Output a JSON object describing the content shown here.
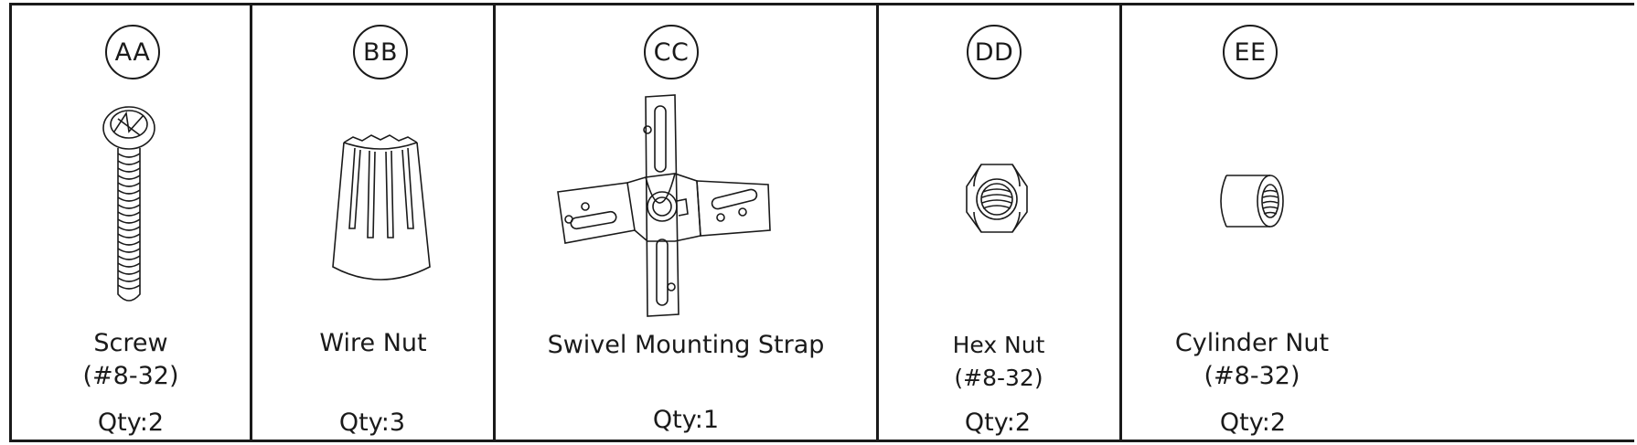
{
  "parts": [
    {
      "code": "AA",
      "name": "Screw",
      "spec": "(#8-32)",
      "qty": "Qty:2",
      "icon": "screw-icon"
    },
    {
      "code": "BB",
      "name": "Wire Nut",
      "spec": "",
      "qty": "Qty:3",
      "icon": "wire-nut-icon"
    },
    {
      "code": "CC",
      "name": "Swivel Mounting Strap",
      "spec": "",
      "qty": "Qty:1",
      "icon": "mounting-strap-icon"
    },
    {
      "code": "DD",
      "name": "Hex Nut",
      "spec": "(#8-32)",
      "qty": "Qty:2",
      "icon": "hex-nut-icon"
    },
    {
      "code": "EE",
      "name": "Cylinder Nut",
      "spec": "(#8-32)",
      "qty": "Qty:2",
      "icon": "cylinder-nut-icon"
    }
  ]
}
